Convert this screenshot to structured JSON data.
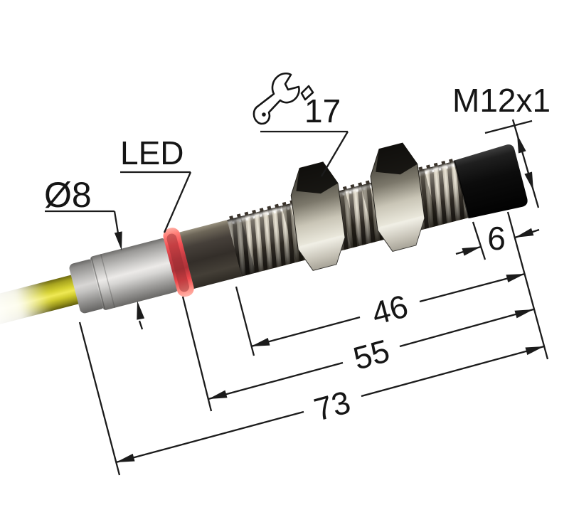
{
  "illustration": {
    "background": "#ffffff",
    "description": "3D technical illustration of an M12 cylindrical inductive proximity sensor with axial cable, LED ring and two mounting hex nuts, annotated with overall dimensions"
  },
  "labels": {
    "cable_diameter": "Ø8",
    "led": "LED",
    "wrench_size": "17",
    "thread_spec": "M12x1",
    "cap_length_mm": "6",
    "thread_length_mm": "46",
    "housing_length_mm": "55",
    "total_length_mm": "73"
  },
  "colors": {
    "cable": "#e9e54a",
    "gland_sleeve": "#c9c8c6",
    "led_ring": "#f25054",
    "metal_body": "#8f897c",
    "end_cap": "#0c0c0c",
    "annotation_line": "#1b1b1b"
  },
  "icons": {
    "wrench": "wrench-icon",
    "diameter_symbol": "diameter-symbol"
  }
}
